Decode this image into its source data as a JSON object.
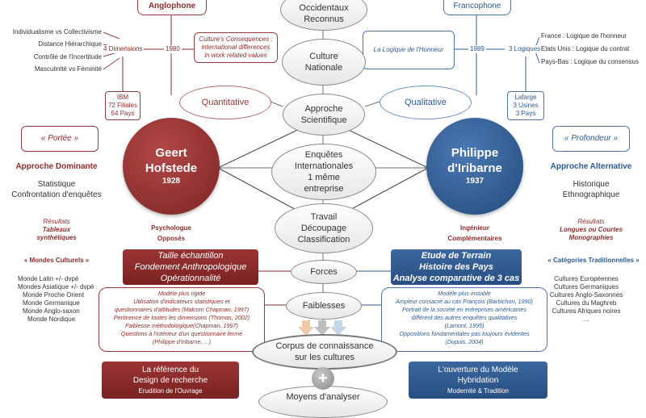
{
  "top": {
    "anglophone_tab": "Anglophone",
    "francophone_tab": "Francophone",
    "occidentaux_ellipse": [
      "Occidentaux",
      "Reconnus"
    ]
  },
  "left_dimensions": {
    "items": [
      "Individualisme vs Collectivisme",
      "Distance Hiérarchique",
      "Contrôle de l'Incertitude",
      "Masculinité vs Féminité"
    ],
    "count_label": "4 Dimensions",
    "year": "1980",
    "book_title": "Culture's Consequences :",
    "book_subtitle": [
      "international differences",
      "in work related values"
    ],
    "ibm": [
      "IBM",
      "72 Filiales",
      "54 Pays"
    ]
  },
  "right_logiques": {
    "book_title": "La Logique de l'Honneur",
    "year": "1989",
    "count_label": "3 Logiques",
    "items": [
      "France : Logique de l'honneur",
      "Etats Unis : Logique du contrat",
      "Pays-Bas : Logique du consensus"
    ],
    "lafarge": [
      "Lafarge",
      "3 Usines",
      "3 Pays"
    ]
  },
  "center": {
    "culture_nationale": [
      "Culture",
      "Nationale"
    ],
    "approche_scientifique": [
      "Approche",
      "Scientifique"
    ],
    "quantitative": "Quantitative",
    "qualitative": "Qualitative",
    "enquetes": [
      "Enquêtes",
      "Internationales",
      "1 même",
      "entreprise"
    ],
    "travail": [
      "Travail",
      "Découpage",
      "Classification"
    ],
    "forces": "Forces",
    "faiblesses": "Faiblesses",
    "corpus": [
      "Corpus de connaissance",
      "sur les cultures"
    ],
    "moyens": "Moyens d'analyser",
    "plus_icon": "+"
  },
  "hofstede": {
    "name": [
      "Geert",
      "Hofstede"
    ],
    "year": "1928",
    "traits": [
      "Psychologue",
      "Opposés"
    ]
  },
  "iribarne": {
    "name": [
      "Philippe",
      "d'Iribarne"
    ],
    "year": "1937",
    "traits": [
      "Ingénieur",
      "Complémentaires"
    ]
  },
  "left_side": {
    "portee": "« Portée »",
    "approche": "Approche Dominante",
    "approche_detail": [
      "Statistique",
      "Confrontation d'enquêtes"
    ],
    "resultats_label": "Résultats",
    "resultats": [
      "Tableaux",
      "synthétiques"
    ],
    "mondes_label": "« Mondes Culturels »",
    "mondes": [
      "Monde Latin +/- dvpé",
      "Mondes Asiatique +/- dvpé",
      "Monde Proche Orient",
      "Monde Germanique",
      "Monde Anglo-saxon",
      "Monde Nordique"
    ]
  },
  "right_side": {
    "profondeur": "« Profondeur »",
    "approche": "Approche Alternative",
    "approche_detail": [
      "Historique",
      "Ethnographique"
    ],
    "resultats_label": "Résultats",
    "resultats": [
      "Longues ou Courtes",
      "Monographies"
    ],
    "categories_label": "« Catégories Traditionnelles »",
    "cultures": [
      "Cultures Européennes",
      "Cultures Germaniques",
      "Cultures Anglo-Saxonnes",
      "Cultures du Maghreb",
      "Cultures Afriques noires",
      "..."
    ]
  },
  "forces_left": [
    "Taille échantillon",
    "Fondement Anthropologique",
    "Opérationnalité"
  ],
  "forces_right": [
    "Etude de Terrain",
    "Histoire des Pays",
    "Analyse comparative de 3 cas"
  ],
  "faiblesses_left": [
    "Modèle plus rigide",
    "Utilisation d'indicateurs statistiques et",
    "questionnaires d'attitudes (Malcom Chapman, 1997)",
    "Pertinence de toutes les dimensions (Thomas, 2002)",
    "Faiblesse méthodologique(Chapman, 1997)",
    "Questions à l'intérieur d'un questionnaire fermé",
    "(Philippe d'Iribarne, ...)"
  ],
  "faiblesses_right": [
    "Modèle plus instable",
    "Ampleur consacré au cas François (Barbichon, 1990)",
    "Portrait de la société en entreprises américaines",
    "différent des autres enquêtes qualitatives",
    "(Lamont, 1995)",
    "Oppositions fondamentales pas toujours évidentes",
    "(Dupuis, 2004)"
  ],
  "bottom_left": [
    "La référence du",
    "Design de recherche"
  ],
  "bottom_left_sub": "Erudition de l'Ouvrage",
  "bottom_right": [
    "L'ouverture du Modèle",
    "Hybridation"
  ],
  "bottom_right_sub": "Modernité & Tradition",
  "colors": {
    "red": "#8e2c2c",
    "blue": "#2e5a93"
  }
}
